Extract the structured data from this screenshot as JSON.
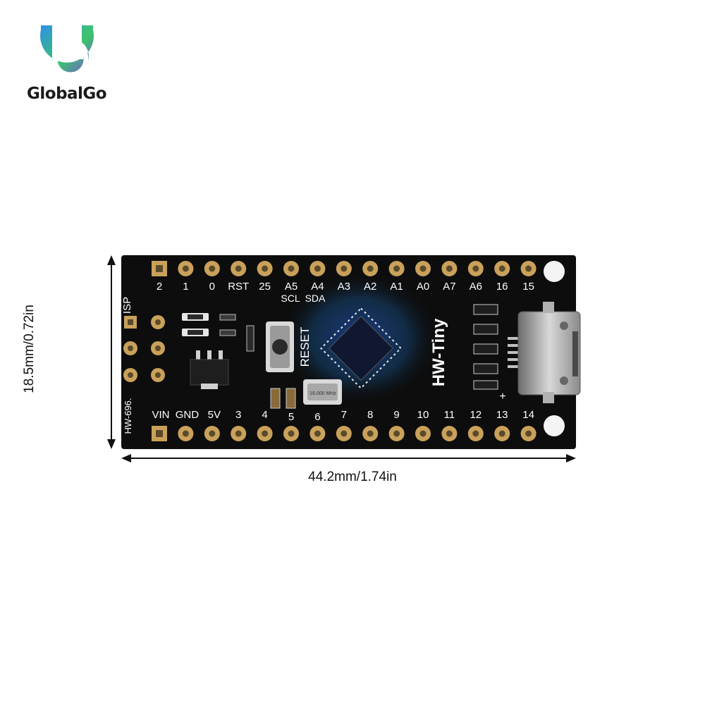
{
  "brand": {
    "name": "GlobalGo",
    "colors": {
      "blue": "#2f6fe0",
      "green": "#38c46a",
      "purple": "#7b4fe0",
      "board": "#0d0d0d",
      "pad": "#c9a15a"
    }
  },
  "board": {
    "model": "HW-Tiny",
    "part_number": "HW-696.",
    "isp_label": "ISP",
    "reset_label": "RESET",
    "crystal_label": "16.000 MHz",
    "bus_labels": [
      "SCL",
      "SDA"
    ],
    "top_pins": [
      "2",
      "1",
      "0",
      "RST",
      "25",
      "A5",
      "A4",
      "A3",
      "A2",
      "A1",
      "A0",
      "A7",
      "A6",
      "16",
      "15"
    ],
    "bottom_pins": [
      "VIN",
      "GND",
      "5V",
      "3",
      "4",
      "5",
      "6",
      "7",
      "8",
      "9",
      "10",
      "11",
      "12",
      "13",
      "14"
    ],
    "plus_sign": "+"
  },
  "dimensions": {
    "width": "44.2mm/1.74in",
    "height": "18.5mm/0.72in"
  }
}
